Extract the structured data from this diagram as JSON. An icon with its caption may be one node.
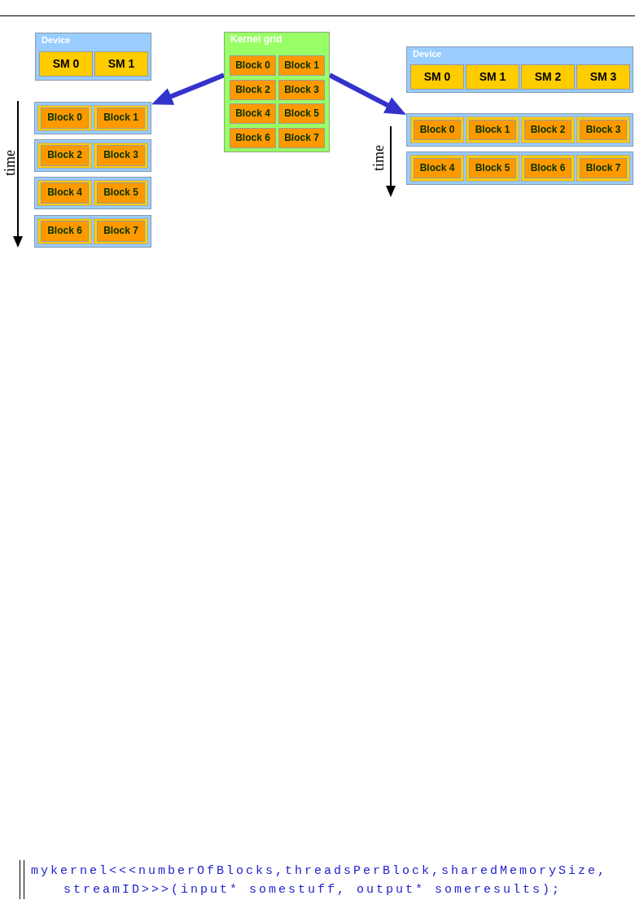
{
  "diagram": {
    "nodes": [
      {
        "text": [
          "Device"
        ]
      },
      {
        "text": [
          "SM 0"
        ],
        "in": 0
      },
      {
        "text": [
          "SM 1"
        ],
        "in": 0
      },
      {
        "text": [],
        "shape": "box"
      },
      {
        "text": [],
        "shape": "box",
        "in": 3
      },
      {
        "text": [
          "Block 0"
        ],
        "in": 4
      },
      {
        "text": [],
        "shape": "box",
        "in": 3
      },
      {
        "text": [
          "Block 1"
        ],
        "in": 6
      },
      {
        "text": [],
        "shape": "box"
      },
      {
        "text": [],
        "shape": "box",
        "in": 8
      },
      {
        "text": [
          "Block 2"
        ],
        "in": 9
      },
      {
        "text": [],
        "shape": "box",
        "in": 8
      },
      {
        "text": [
          "Block 3"
        ],
        "in": 11
      },
      {
        "text": [],
        "shape": "box"
      },
      {
        "text": [],
        "shape": "box",
        "in": 13
      },
      {
        "text": [
          "Block 4"
        ],
        "in": 14
      },
      {
        "text": [],
        "shape": "box",
        "in": 13
      },
      {
        "text": [
          "Block 5"
        ],
        "in": 16
      },
      {
        "text": [],
        "shape": "box"
      },
      {
        "text": [],
        "shape": "box",
        "in": 18
      },
      {
        "text": [
          "Block 6"
        ],
        "in": 19
      },
      {
        "text": [],
        "shape": "box",
        "in": 18
      },
      {
        "text": [
          "Block 7"
        ],
        "in": 21
      },
      {
        "text": [
          "Kernel grid"
        ]
      },
      {
        "text": [
          "Block 0"
        ],
        "in": 23
      },
      {
        "text": [
          "Block 1"
        ],
        "in": 23
      },
      {
        "text": [
          "Block 2"
        ],
        "in": 23
      },
      {
        "text": [
          "Block 3"
        ],
        "in": 23
      },
      {
        "text": [
          "Block 4"
        ],
        "in": 23
      },
      {
        "text": [
          "Block 5"
        ],
        "in": 23
      },
      {
        "text": [
          "Block 6"
        ],
        "in": 23
      },
      {
        "text": [
          "Block 7"
        ],
        "in": 23
      },
      {
        "text": [
          "Device"
        ]
      },
      {
        "text": [
          "SM 0"
        ],
        "in": 32
      },
      {
        "text": [
          "SM 1"
        ],
        "in": 32
      },
      {
        "text": [
          "SM 2"
        ],
        "in": 32
      },
      {
        "text": [
          "SM 3"
        ],
        "in": 32
      },
      {
        "text": [],
        "shape": "box"
      },
      {
        "text": [],
        "shape": "box",
        "in": 37
      },
      {
        "text": [
          "Block 0"
        ],
        "in": 38
      },
      {
        "text": [],
        "shape": "box",
        "in": 37
      },
      {
        "text": [
          "Block 1"
        ],
        "in": 40
      },
      {
        "text": [],
        "shape": "box",
        "in": 37
      },
      {
        "text": [
          "Block 2"
        ],
        "in": 42
      },
      {
        "text": [],
        "shape": "box",
        "in": 37
      },
      {
        "text": [
          "Block 3"
        ],
        "in": 44
      },
      {
        "text": [],
        "shape": "box"
      },
      {
        "text": [],
        "shape": "box",
        "in": 46
      },
      {
        "text": [
          "Block 4"
        ],
        "in": 47
      },
      {
        "text": [],
        "shape": "box",
        "in": 46
      },
      {
        "text": [
          "Block 5"
        ],
        "in": 49
      },
      {
        "text": [],
        "shape": "box",
        "in": 46
      },
      {
        "text": [
          "Block 6"
        ],
        "in": 51
      },
      {
        "text": [],
        "shape": "box",
        "in": 46
      },
      {
        "text": [
          "Block 7"
        ],
        "in": 53
      }
    ],
    "edges": [
      {
        "from": 23,
        "to": 3,
        "arrow": "to",
        "color": "#3333cc"
      },
      {
        "from": 23,
        "to": 37,
        "arrow": "to",
        "color": "#3333cc"
      }
    ],
    "labels": [
      "time",
      "time",
      "mykernel<<<numberOfBlocks,threadsPerBlock,sharedMemorySize, streamID>>>(input* somestuff, output* someresults);"
    ]
  }
}
